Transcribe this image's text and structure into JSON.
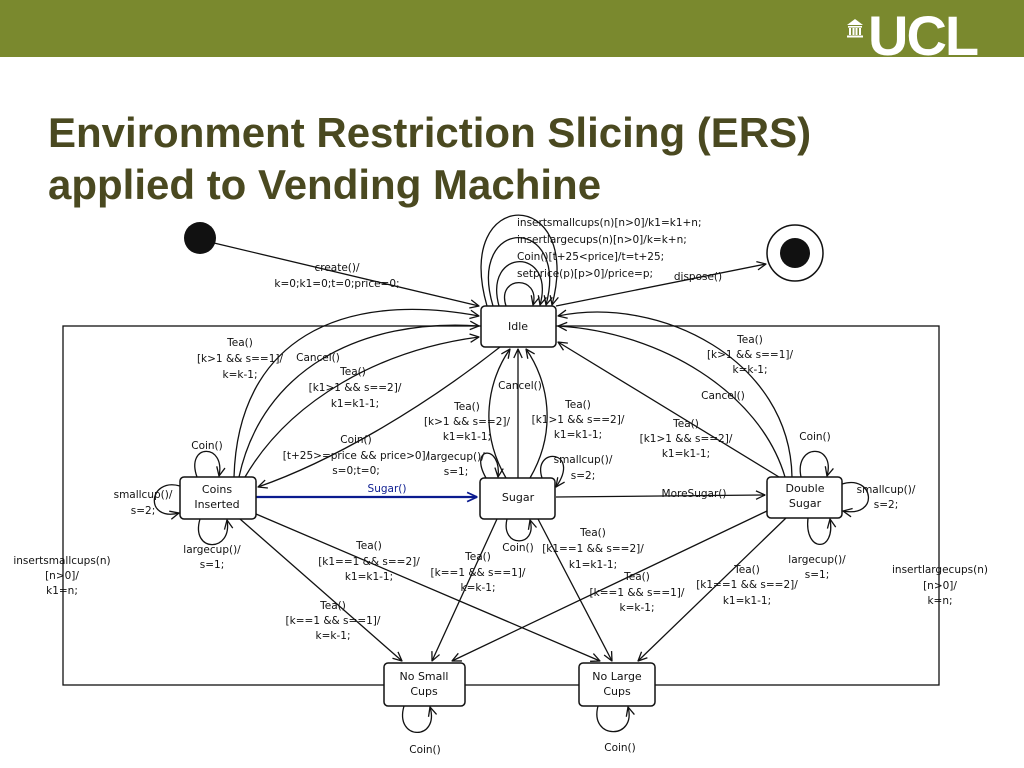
{
  "header": {
    "logo_text": "UCL",
    "logo_icon": "portico-icon",
    "brand_color": "#7a892e"
  },
  "title": {
    "line1": "Environment Restriction Slicing (ERS)",
    "line2": "applied to Vending Machine",
    "color": "#4a4920"
  },
  "diagram": {
    "highlight_color": "#0b1b8f",
    "states": {
      "idle": [
        "Idle"
      ],
      "coins_inserted": [
        "Coins",
        "Inserted"
      ],
      "sugar": [
        "Sugar"
      ],
      "double_sugar": [
        "Double",
        "Sugar"
      ],
      "no_small_cups": [
        "No Small",
        "Cups"
      ],
      "no_large_cups": [
        "No Large",
        "Cups"
      ]
    },
    "transitions": {
      "create": [
        "create()/",
        "k=0;k1=0;t=0;price=0;"
      ],
      "dispose": [
        "dispose()"
      ],
      "idle_self": [
        "insertsmallcups(n)[n>0]/k1=k1+n;",
        "insertlargecups(n)[n>0]/k=k+n;",
        "Coin()[t+25<price]/t=t+25;",
        "setprice(p)[p>0]/price=p;"
      ],
      "ci_tea_s1": [
        "Tea()",
        "[k>1 && s==1]/",
        "k=k-1;"
      ],
      "ci_cancel": [
        "Cancel()"
      ],
      "ci_tea_s2": [
        "Tea()",
        "[k1>1 && s==2]/",
        "k1=k1-1;"
      ],
      "ci_coin_self": [
        "Coin()"
      ],
      "idle_to_ci_coin": [
        "Coin()",
        "[t+25>=price && price>0]/",
        "s=0;t=0;"
      ],
      "ci_sugar": [
        "Sugar()"
      ],
      "ci_smallcup": [
        "smallcup()/",
        "s=2;"
      ],
      "ci_largecup": [
        "largecup()/",
        "s=1;"
      ],
      "insertsmallcups": [
        "insertsmallcups(n)",
        "[n>0]/",
        "k1=n;"
      ],
      "sugar_cancel": [
        "Cancel()"
      ],
      "sugar_tea_a": [
        "Tea()",
        "[k>1 && s==2]/",
        "k1=k1-1;"
      ],
      "sugar_tea_b": [
        "Tea()",
        "[k1>1 && s==2]/",
        "k1=k1-1;"
      ],
      "sugar_largecup": [
        "largecup()/",
        "s=1;"
      ],
      "sugar_smallcup": [
        "smallcup()/",
        "s=2;"
      ],
      "more_sugar": [
        "MoreSugar()"
      ],
      "sugar_coin_self": [
        "Coin()"
      ],
      "ds_tea_s1": [
        "Tea()",
        "[k>1 && s==1]/",
        "k=k-1;"
      ],
      "ds_cancel": [
        "Cancel()"
      ],
      "ds_tea_s2": [
        "Tea()",
        "[k1>1 && s==2]/",
        "k1=k1-1;"
      ],
      "ds_coin_self": [
        "Coin()"
      ],
      "ds_smallcup": [
        "smallcup()/",
        "s=2;"
      ],
      "ds_largecup": [
        "largecup()/",
        "s=1;"
      ],
      "insertlargecups": [
        "insertlargecups(n)",
        "[n>0]/",
        "k=n;"
      ],
      "ci_to_nlc": [
        "Tea()",
        "[k1==1 && s==2]/",
        "k1=k1-1;"
      ],
      "ci_to_nsc": [
        "Tea()",
        "[k==1 && s==1]/",
        "k=k-1;"
      ],
      "sugar_to_nsc": [
        "Tea()",
        "[k==1 && s==1]/",
        "k=k-1;"
      ],
      "sugar_to_nlc": [
        "Tea()",
        "[k1==1 && s==2]/",
        "k1=k1-1;"
      ],
      "ds_to_nsc": [
        "Tea()",
        "[k==1 && s==1]/",
        "k=k-1;"
      ],
      "ds_to_nlc": [
        "Tea()",
        "[k1==1 && s==2]/",
        "k1=k1-1;"
      ],
      "nsc_coin": [
        "Coin()"
      ],
      "nlc_coin": [
        "Coin()"
      ]
    }
  }
}
